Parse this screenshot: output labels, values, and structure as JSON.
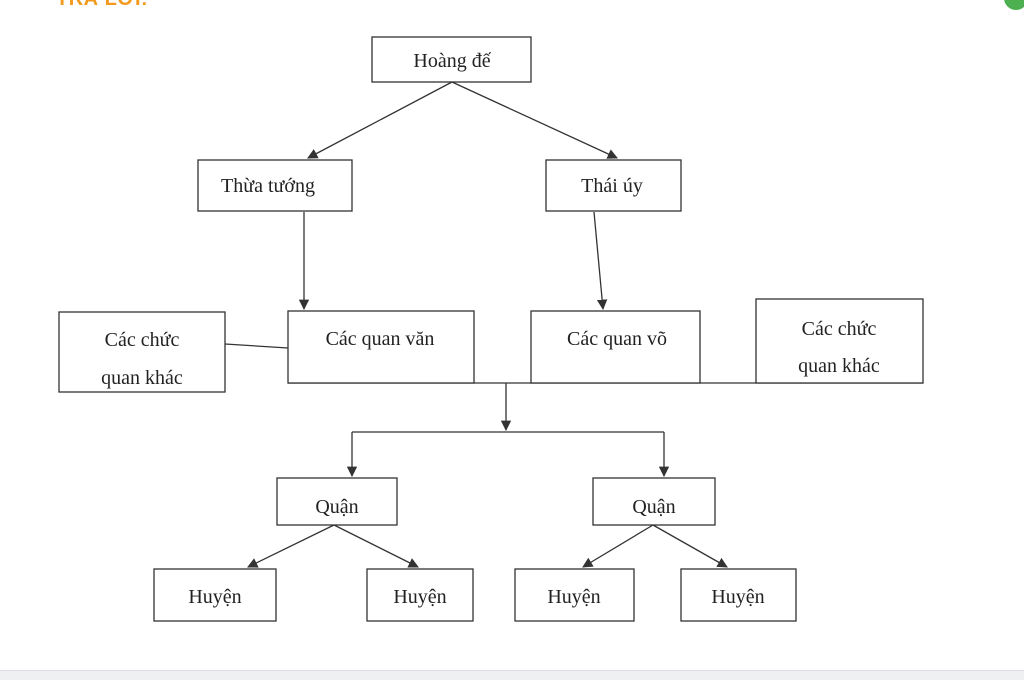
{
  "header": {
    "label": "TRẢ LỜI:"
  },
  "colors": {
    "accent": "#f39a1e",
    "status": "#4caf50",
    "line": "#333333"
  },
  "diagram": {
    "nodes": {
      "hoang_de": "Hoàng đế",
      "thua_tuong": "Thừa tướng",
      "thai_uy": "Thái úy",
      "cac_chuc_quan_khac_left": [
        "Các chức",
        "quan khác"
      ],
      "cac_quan_van": "Các quan văn",
      "cac_quan_vo": "Các quan võ",
      "cac_chuc_quan_khac_right": [
        "Các chức",
        "quan khác"
      ],
      "quan_left": "Quận",
      "quan_right": "Quận",
      "huyen_1": "Huyện",
      "huyen_2": "Huyện",
      "huyen_3": "Huyện",
      "huyen_4": "Huyện"
    }
  }
}
